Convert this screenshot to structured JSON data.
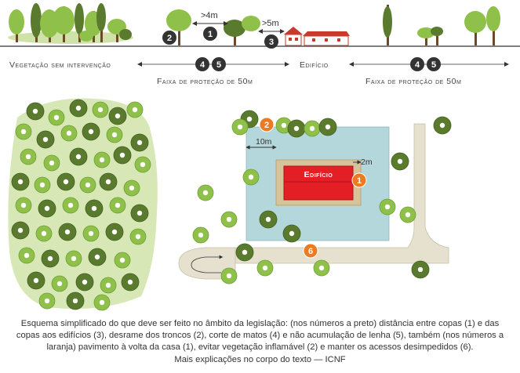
{
  "top_panel": {
    "label_left": "Vegetação sem intervenção",
    "label_edificio": "Edifício",
    "label_faixa_1": "Faixa de proteção de 50m",
    "label_faixa_2": "Faixa de proteção de 50m",
    "dist_trees": ">4m",
    "dist_building": ">5m",
    "marker_2": "2",
    "marker_1": "1",
    "marker_3": "3",
    "marker_4a": "4",
    "marker_5a": "5",
    "marker_4b": "4",
    "marker_5b": "5"
  },
  "plan": {
    "building_label": "Edifício",
    "dist_10m": "10m",
    "dist_2m": "2m",
    "marker_2": "2",
    "marker_1": "1",
    "marker_6": "6"
  },
  "caption": {
    "text": "Esquema simplificado do que deve ser feito no âmbito da legislação: (nos números a preto) distância entre copas (1) e das copas aos edifícios (3), desrame dos troncos (2), corte de matos (4) e não acumulação de lenha (5), também (nos números a laranja) pavimento à volta da casa (1), evitar vegetação inflamável (2) e manter os acessos desimpedidos (6).",
    "credit": "Mais explicações no corpo do texto — ICNF"
  },
  "colors": {
    "light_green": "#8fc04a",
    "dark_green": "#5a7a2e",
    "trunk": "#6b4a2a",
    "orange": "#ec7a23",
    "black_marker": "#333333",
    "building_red": "#e31e24",
    "fuel_zone": "#b3d7da",
    "paving": "#d6c39a",
    "road": "#e6e1cf"
  },
  "icons": [
    "tree-icon",
    "house-icon",
    "numbered-marker-icon",
    "arrow-icon"
  ]
}
